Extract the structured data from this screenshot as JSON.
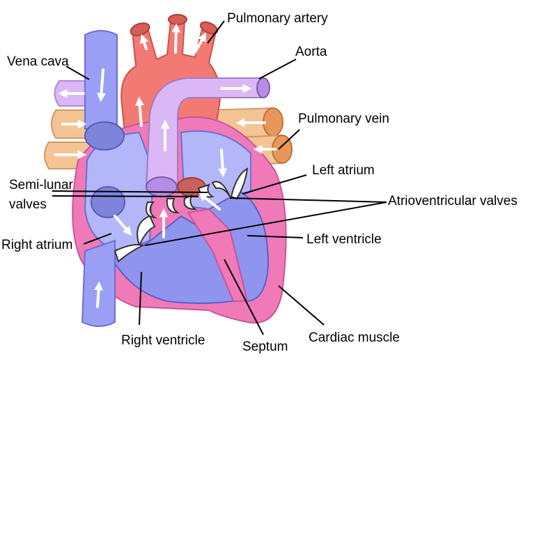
{
  "labels": {
    "pulmonary_artery": "Pulmonary artery",
    "aorta": "Aorta",
    "vena_cava": "Vena cava",
    "pulmonary_vein": "Pulmonary vein",
    "left_atrium": "Left atrium",
    "semi_lunar_1": "Semi-lunar",
    "semi_lunar_2": "valves",
    "atrioventricular_valves": "Atrioventricular valves",
    "right_atrium": "Right atrium",
    "left_ventricle": "Left ventricle",
    "right_ventricle": "Right ventricle",
    "septum": "Septum",
    "cardiac_muscle": "Cardiac muscle"
  },
  "colors": {
    "cardiac_muscle": "#f07ab8",
    "right_side_blood": "#8f95ee",
    "right_atrium": "#b3b7fa",
    "vena_cava": "#9a9ff5",
    "pulmonary_artery": "#f37a74",
    "aorta": "#dbb8f5",
    "pulmonary_vein": "#f5c495",
    "valve": "#ffffff",
    "flow_arrow": "#ffffff"
  }
}
